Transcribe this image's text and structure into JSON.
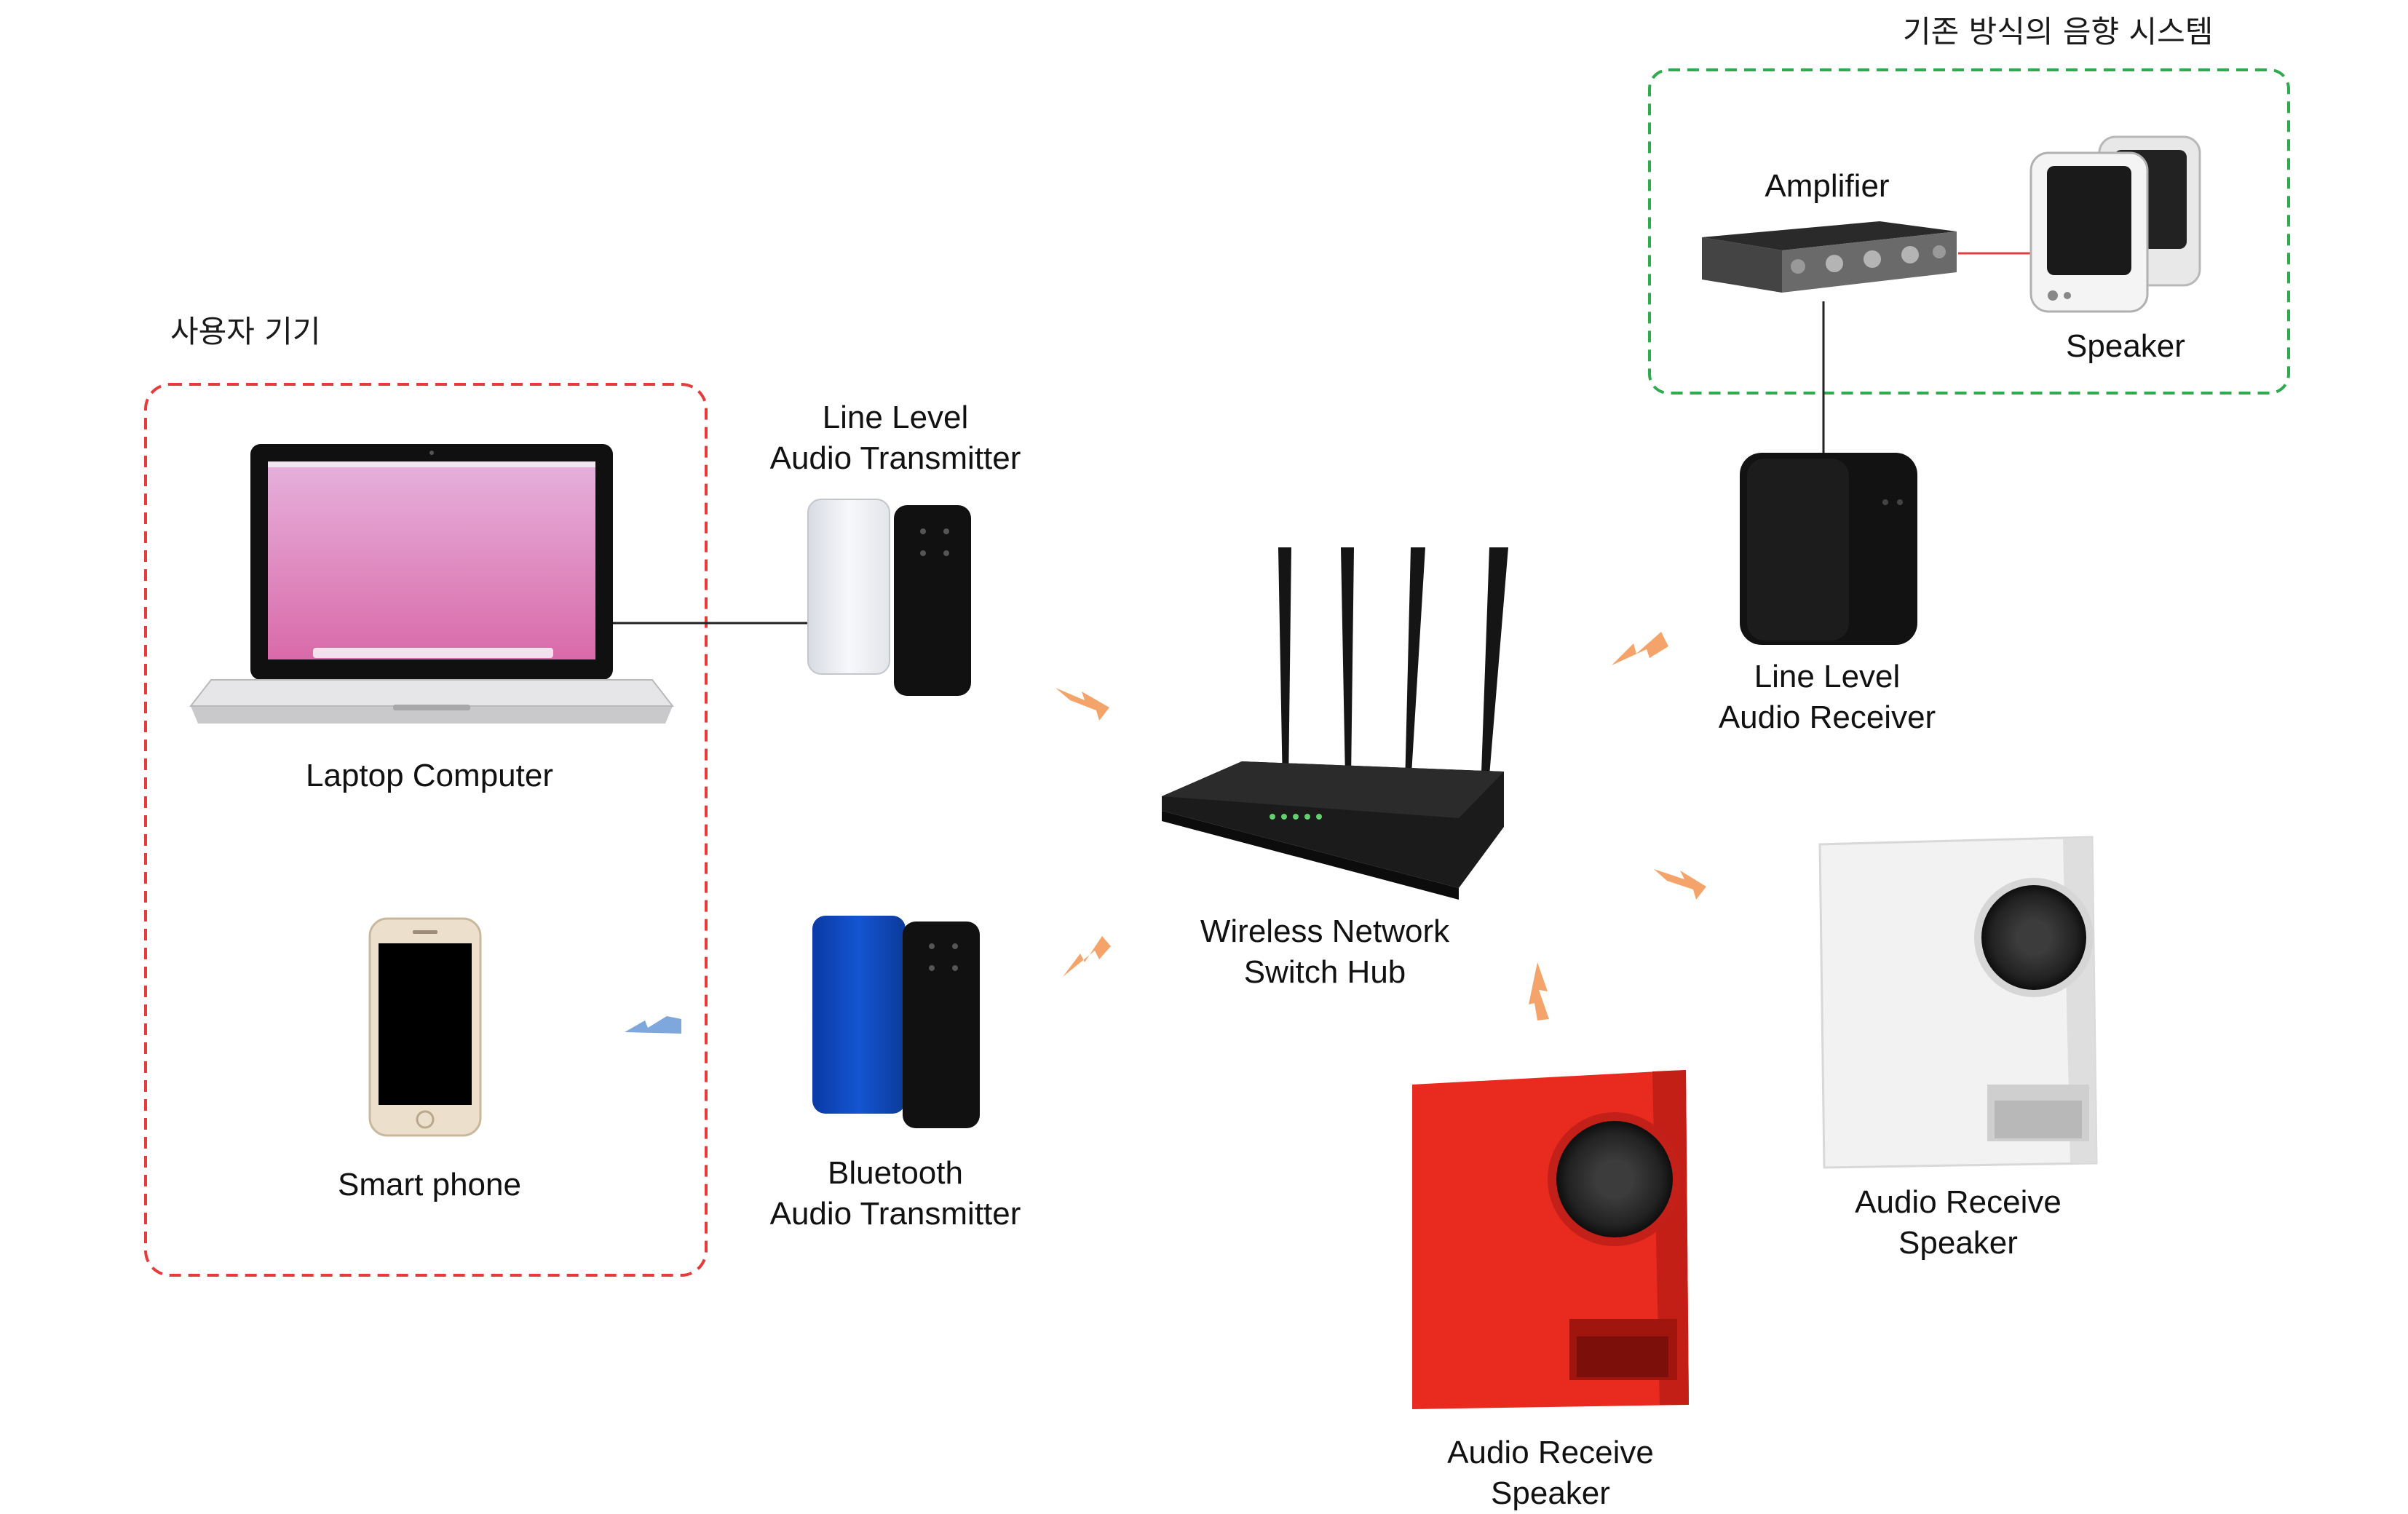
{
  "groups": {
    "user_devices": {
      "title": "사용자 기기",
      "border_color": "#e83a3a"
    },
    "legacy_system": {
      "title": "기존 방식의 음향 시스템",
      "border_color": "#2faa4e"
    }
  },
  "devices": {
    "laptop": {
      "label": "Laptop Computer",
      "icon": "laptop-icon"
    },
    "smartphone": {
      "label": "Smart phone",
      "icon": "smartphone-icon"
    },
    "line_tx": {
      "line1": "Line Level",
      "line2": "Audio Transmitter",
      "icon": "transmitter-white-icon"
    },
    "bt_tx": {
      "line1": "Bluetooth",
      "line2": "Audio Transmitter",
      "icon": "transmitter-blue-icon"
    },
    "hub": {
      "line1": "Wireless Network",
      "line2": "Switch Hub",
      "icon": "router-icon"
    },
    "line_rx": {
      "line1": "Line Level",
      "line2": "Audio Receiver",
      "icon": "receiver-icon"
    },
    "amplifier": {
      "label": "Amplifier",
      "icon": "amplifier-icon"
    },
    "speaker_legacy": {
      "label": "Speaker",
      "icon": "speaker-pair-icon"
    },
    "speaker_red": {
      "line1": "Audio Receive",
      "line2": "Speaker",
      "icon": "red-speaker-icon"
    },
    "speaker_white": {
      "line1": "Audio Receive",
      "line2": "Speaker",
      "icon": "white-speaker-icon"
    }
  },
  "colors": {
    "wifi_signal": "#f4a46a",
    "bluetooth_signal": "#7ea7dd",
    "laptop_screen_top": "#e6b1dc",
    "laptop_screen_bottom": "#d96aa9",
    "transmitter_blue": "#0a3fb0",
    "speaker_red": "#e92a1f",
    "speaker_white": "#f2f2f2"
  }
}
